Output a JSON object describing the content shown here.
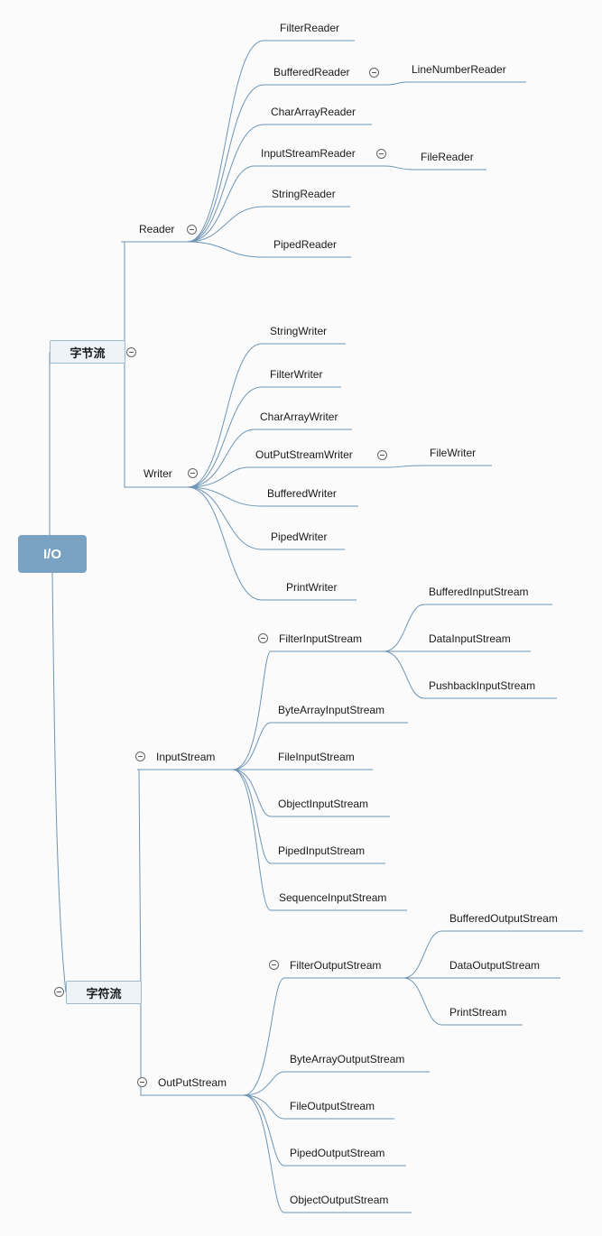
{
  "root": {
    "label": "I/O"
  },
  "byte_stream": {
    "label": "字节流",
    "reader": {
      "label": "Reader",
      "children": [
        "FilterReader",
        "BufferedReader",
        "CharArrayReader",
        "InputStreamReader",
        "StringReader",
        "PipedReader"
      ],
      "buffered_child": "LineNumberReader",
      "inputstreamreader_child": "FileReader"
    },
    "writer": {
      "label": "Writer",
      "children": [
        "StringWriter",
        "FilterWriter",
        "CharArrayWriter",
        "OutPutStreamWriter",
        "BufferedWriter",
        "PipedWriter",
        "PrintWriter"
      ],
      "outputstreamwriter_child": "FileWriter"
    }
  },
  "char_stream": {
    "label": "字符流",
    "inputstream": {
      "label": "InputStream",
      "children": [
        "FilterInputStream",
        "ByteArrayInputStream",
        "FileInputStream",
        "ObjectInputStream",
        "PipedInputStream",
        "SequenceInputStream"
      ],
      "filter_children": [
        "BufferedInputStream",
        "DataInputStream",
        "PushbackInputStream"
      ]
    },
    "outputstream": {
      "label": "OutPutStream",
      "children": [
        "FilterOutputStream",
        "ByteArrayOutputStream",
        "FileOutputStream",
        "PipedOutputStream",
        "ObjectOutputStream"
      ],
      "filter_children": [
        "BufferedOutputStream",
        "DataOutputStream",
        "PrintStream"
      ]
    }
  }
}
